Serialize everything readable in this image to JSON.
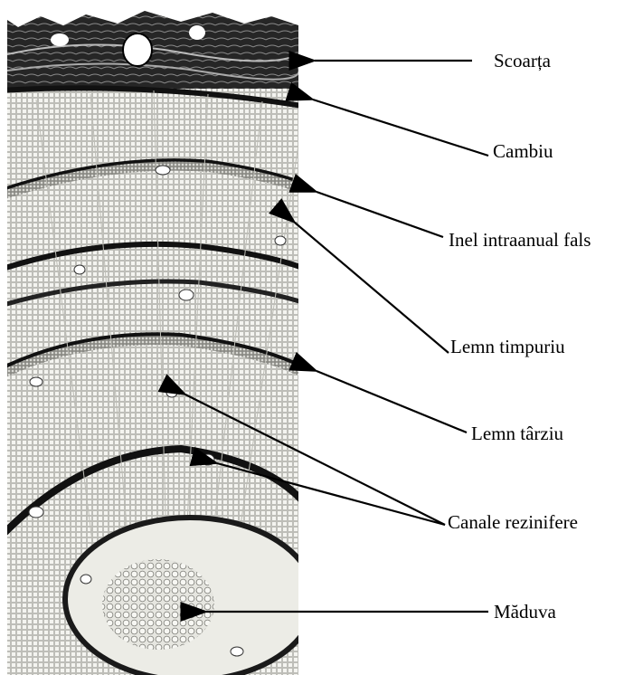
{
  "figure": {
    "title": "",
    "image_description_icon": "wood-cross-section-micrograph",
    "background_color": "#ffffff",
    "ink_color": "#000000",
    "labels": [
      {
        "key": "bark",
        "text": "Scoarța"
      },
      {
        "key": "cambium",
        "text": "Cambiu"
      },
      {
        "key": "false_ring",
        "text": "Inel intraanual fals"
      },
      {
        "key": "earlywood",
        "text": "Lemn timpuriu"
      },
      {
        "key": "latewood",
        "text": "Lemn târziu"
      },
      {
        "key": "resin_canals",
        "text": "Canale rezinifere"
      },
      {
        "key": "pith",
        "text": "Măduva"
      }
    ]
  }
}
